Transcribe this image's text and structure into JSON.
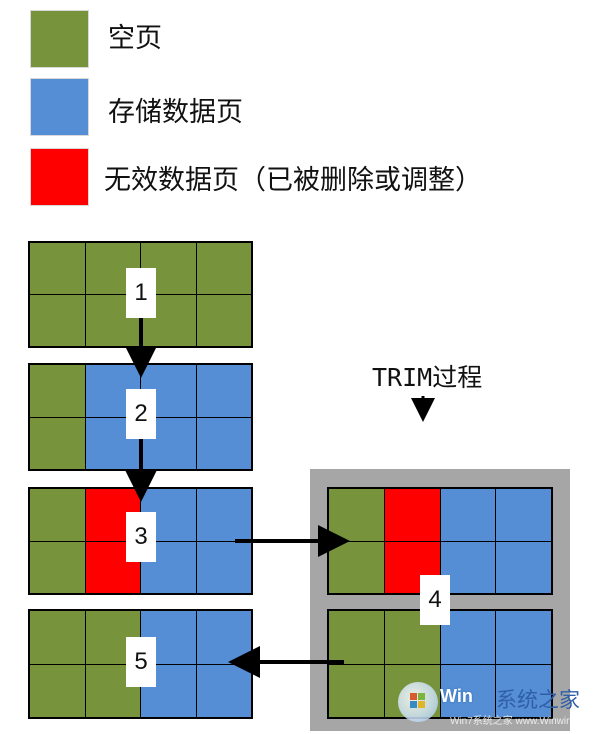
{
  "colors": {
    "empty": "#77943c",
    "valid": "#558ed5",
    "invalid": "#ff0000",
    "panel": "#a6a6a6",
    "line": "#000000"
  },
  "legend": [
    {
      "state": "empty",
      "label": "空页"
    },
    {
      "state": "valid",
      "label": "存储数据页"
    },
    {
      "state": "invalid",
      "label": "无效数据页（已被删除或调整）"
    }
  ],
  "trim_title": "TRIM过程",
  "blocks": [
    {
      "step": "1",
      "cells": [
        "empty",
        "empty",
        "empty",
        "empty",
        "empty",
        "empty",
        "empty",
        "empty"
      ]
    },
    {
      "step": "2",
      "cells": [
        "empty",
        "valid",
        "valid",
        "valid",
        "empty",
        "valid",
        "valid",
        "valid"
      ]
    },
    {
      "step": "3",
      "cells": [
        "empty",
        "invalid",
        "valid",
        "valid",
        "empty",
        "invalid",
        "valid",
        "valid"
      ]
    },
    {
      "step": "4",
      "cells": [
        "empty",
        "invalid",
        "valid",
        "valid",
        "empty",
        "invalid",
        "valid",
        "valid"
      ]
    },
    {
      "step": "4",
      "cells": [
        "empty",
        "empty",
        "valid",
        "valid",
        "empty",
        "empty",
        "valid",
        "valid"
      ]
    },
    {
      "step": "5",
      "cells": [
        "empty",
        "empty",
        "valid",
        "valid",
        "empty",
        "empty",
        "valid",
        "valid"
      ]
    }
  ],
  "watermark": {
    "brand": "系统之家",
    "url": "Win7系统之家 www.Winwin7.com",
    "logo_text": "Win"
  }
}
